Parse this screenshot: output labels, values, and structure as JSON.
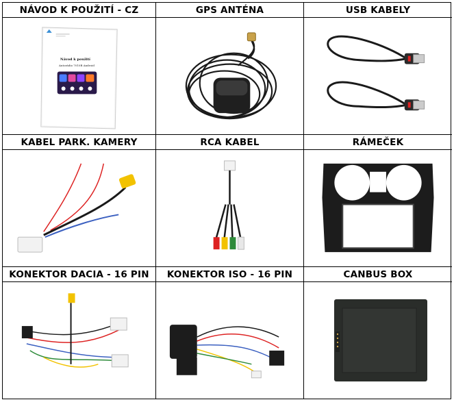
{
  "items": [
    {
      "label": "NÁVOD K POUŽITÍ - CZ",
      "icon": "manual-document-icon"
    },
    {
      "label": "GPS ANTÉNA",
      "icon": "gps-antenna-icon"
    },
    {
      "label": "USB KABELY",
      "icon": "usb-cables-icon"
    },
    {
      "label": "KABEL PARK. KAMERY",
      "icon": "parking-camera-cable-icon"
    },
    {
      "label": "RCA KABEL",
      "icon": "rca-cable-icon"
    },
    {
      "label": "RÁMEČEK",
      "icon": "dashboard-frame-icon"
    },
    {
      "label": "KONEKTOR DACIA - 16 PIN",
      "icon": "dacia-connector-harness-icon"
    },
    {
      "label": "KONEKTOR ISO - 16 PIN",
      "icon": "iso-connector-harness-icon"
    },
    {
      "label": "CANBUS BOX",
      "icon": "canbus-box-icon"
    }
  ],
  "manual": {
    "title": "Návod k použití",
    "subtitle": "Autorádio 7010B Android"
  },
  "colors": {
    "border": "#000000",
    "cable": "#1a1a1a",
    "gold": "#c9a24a",
    "yellow": "#f2c200",
    "red": "#d22",
    "frame": "#1c1c1c"
  }
}
